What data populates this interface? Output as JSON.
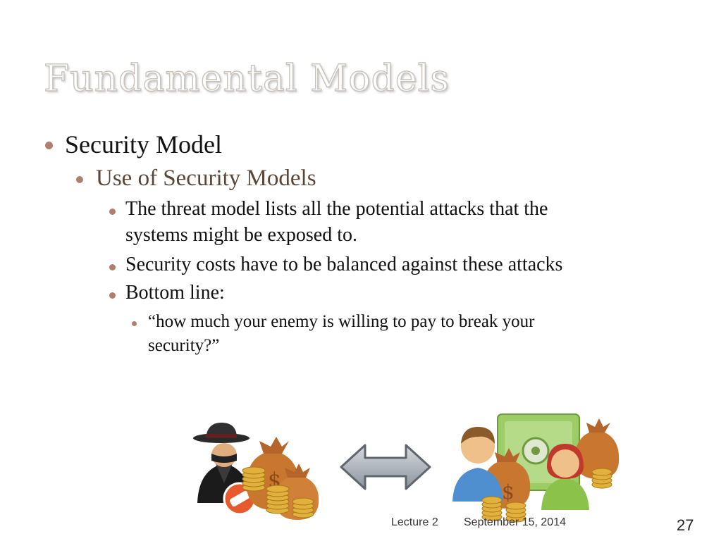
{
  "title": "Fundamental Models",
  "bullets": {
    "level1": "Security Model",
    "level2": "Use of Security Models",
    "level3": [
      "The threat model lists all the potential attacks that the",
      "systems might be exposed to.",
      "Security costs have to be balanced against these attacks",
      "Bottom line:"
    ],
    "level4": [
      "“how much your enemy is willing to pay to break your",
      "security?”"
    ]
  },
  "footer": {
    "lecture": "Lecture 2",
    "date": "September 15, 2014",
    "page_number": "27"
  },
  "illustration": {
    "left_icons": [
      "spy-icon",
      "no-entry-icon",
      "money-bag-icon",
      "coin-stack-icon"
    ],
    "middle_icon": "double-arrow-icon",
    "right_icons": [
      "safe-icon",
      "man-user-icon",
      "woman-user-icon",
      "money-bag-icon",
      "coin-stack-icon"
    ],
    "colors": {
      "bag": "#c9772f",
      "coin": "#e2b13c",
      "arrow": "#9aa0a6",
      "safe": "#9ccc65",
      "bullet": "#b07f70"
    }
  }
}
